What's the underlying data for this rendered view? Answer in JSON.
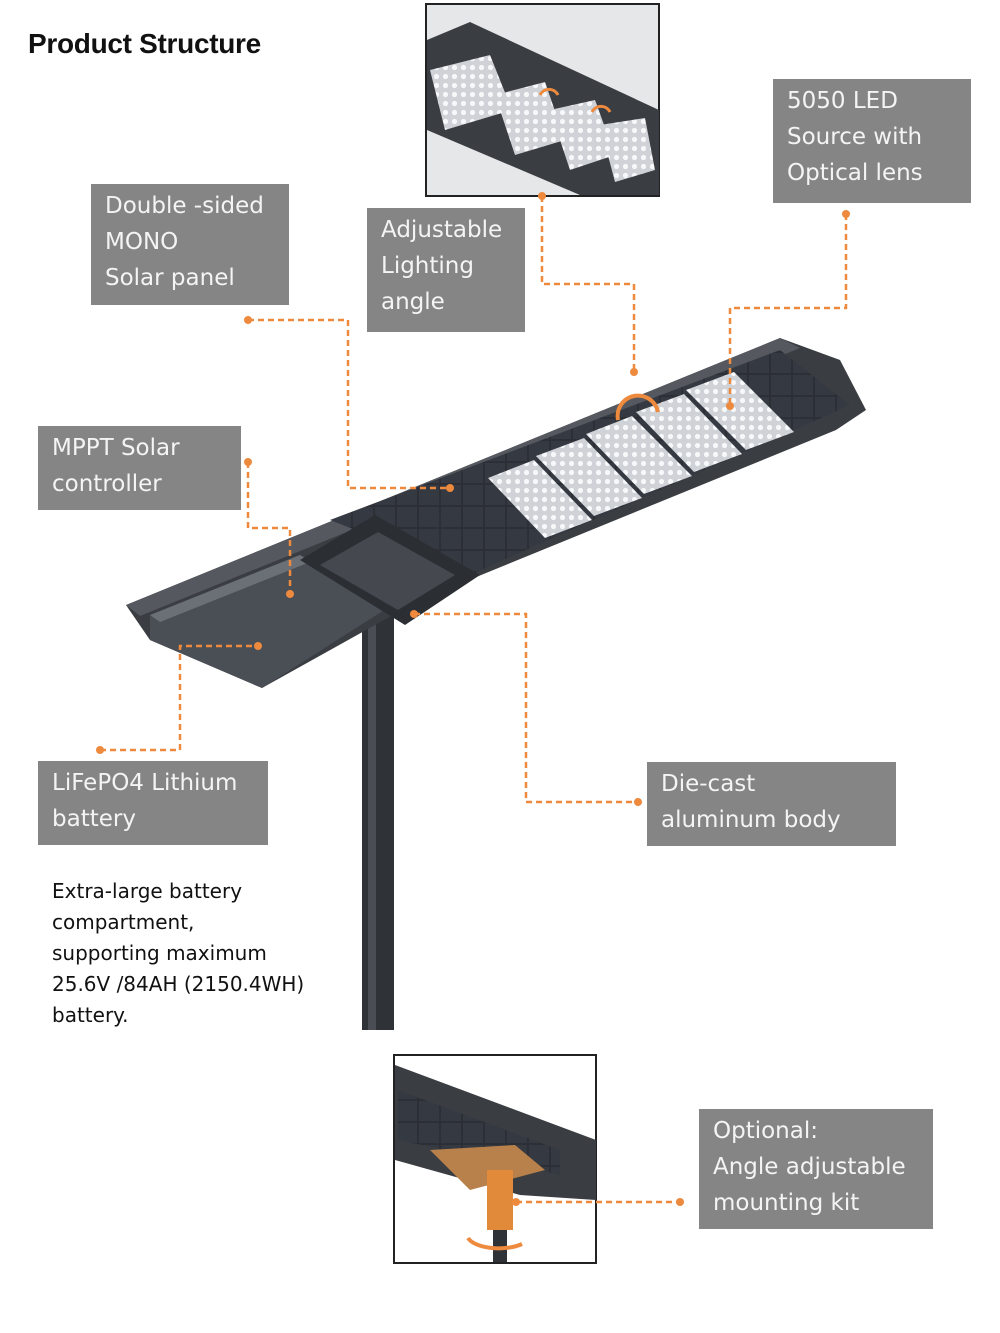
{
  "title": "Product Structure",
  "labels": {
    "solar_panel": [
      "Double -sided",
      "MONO",
      "Solar panel"
    ],
    "lighting_angle": [
      "Adjustable",
      "Lighting",
      "angle"
    ],
    "led_source": [
      "5050 LED",
      "Source with",
      "Optical lens"
    ],
    "controller": [
      "MPPT Solar",
      "controller"
    ],
    "battery": [
      "LiFePO4 Lithium",
      "battery"
    ],
    "body": [
      "Die-cast",
      "aluminum body"
    ],
    "mount_kit": [
      "Optional:",
      "Angle adjustable",
      "mounting kit"
    ]
  },
  "battery_note": [
    "Extra-large battery",
    "compartment,",
    "supporting maximum",
    "25.6V /84AH (2150.4WH)",
    "battery."
  ],
  "colors": {
    "label_bg": "#858585",
    "callout": "#ed8a3e",
    "housing": "#3a3d42",
    "pole": "#2f3236"
  }
}
